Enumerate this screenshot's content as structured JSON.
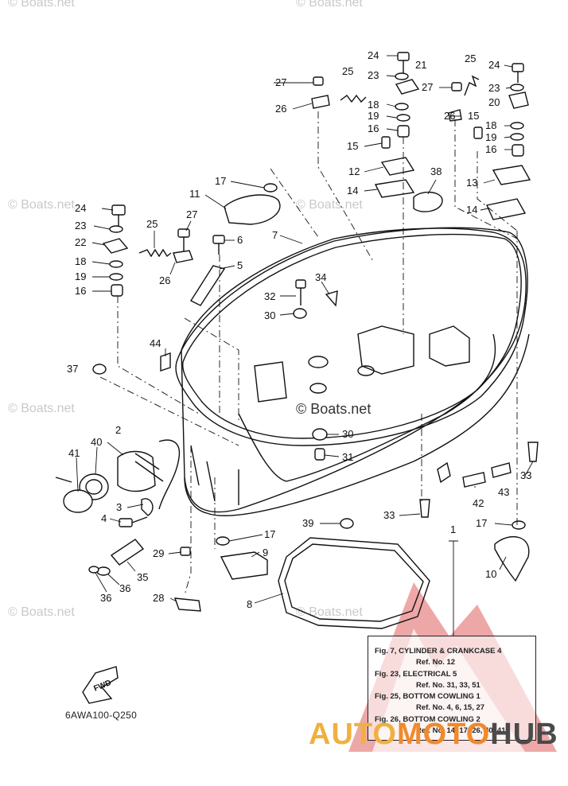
{
  "watermark": {
    "text": "© Boats.net",
    "center_text": "© Boats.net"
  },
  "diagram_code": "6AWA100-Q250",
  "fwd_label": "FWD",
  "brand": {
    "part1": "AUTO",
    "part2": "MOTO",
    "part3": "HUB"
  },
  "references": [
    {
      "fig": "Fig. 7, CYLINDER & CRANKCASE 4",
      "refs": "Ref. No. 12"
    },
    {
      "fig": "Fig. 23, ELECTRICAL 5",
      "refs": "Ref. No. 31, 33, 51"
    },
    {
      "fig": "Fig. 25, BOTTOM COWLING 1",
      "refs": "Ref. No. 4, 6, 15, 27"
    },
    {
      "fig": "Fig. 26, BOTTOM COWLING 2",
      "refs": "Ref. No. 14, 17, 26, 40, 41"
    }
  ],
  "callouts": [
    "1",
    "2",
    "3",
    "4",
    "5",
    "6",
    "7",
    "8",
    "9",
    "10",
    "11",
    "12",
    "13",
    "14",
    "14",
    "15",
    "15",
    "16",
    "16",
    "16",
    "17",
    "17",
    "17",
    "18",
    "18",
    "18",
    "19",
    "19",
    "19",
    "20",
    "21",
    "22",
    "23",
    "23",
    "23",
    "24",
    "24",
    "24",
    "25",
    "25",
    "25",
    "26",
    "26",
    "26",
    "27",
    "27",
    "27",
    "28",
    "29",
    "30",
    "30",
    "31",
    "32",
    "33",
    "33",
    "34",
    "35",
    "36",
    "36",
    "37",
    "38",
    "39",
    "40",
    "41",
    "42",
    "43",
    "44"
  ]
}
